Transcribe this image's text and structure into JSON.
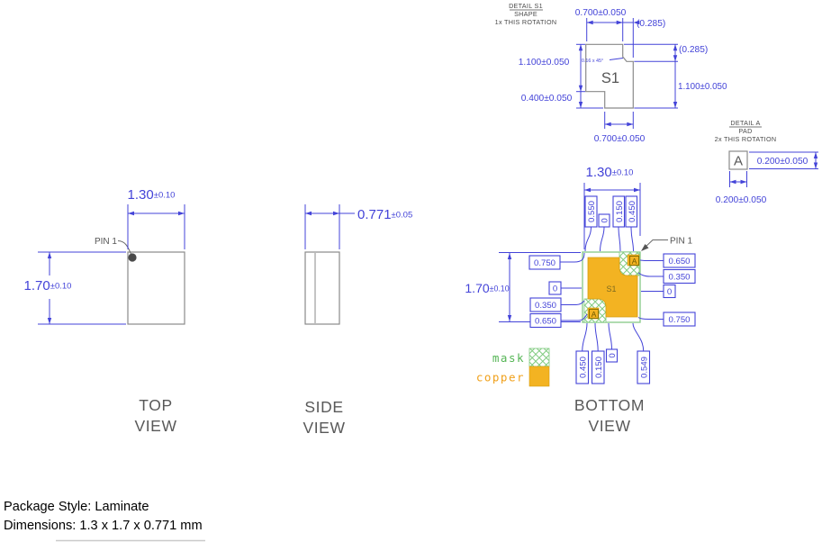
{
  "colors": {
    "dimension_blue": "#4343d8",
    "copper_orange": "#f3b322",
    "mask_green": "#7fca7f",
    "package_outline_green": "#8fcc8f",
    "drawing_gray": "#8a8a8a"
  },
  "detail_s1": {
    "title": "DETAIL S1",
    "subtitle": "SHAPE",
    "rotation_note": "1x THIS ROTATION",
    "shape_label": "S1",
    "chamfer_note": "0.16 x 45°",
    "dim_top_width": "0.700±0.050",
    "dim_top_offset_ref": "(0.285)",
    "dim_right_step_ref": "(0.285)",
    "dim_left_height": "1.100±0.050",
    "dim_right_height": "1.100±0.050",
    "dim_bottom_step": "0.400±0.050",
    "dim_bottom_width": "0.700±0.050"
  },
  "detail_a": {
    "title": "DETAIL A",
    "subtitle": "PAD",
    "rotation_note": "2x THIS ROTATION",
    "pad_label": "A",
    "dim_height": "0.200±0.050",
    "dim_width": "0.200±0.050"
  },
  "top_view": {
    "title_line1": "TOP",
    "title_line2": "VIEW",
    "pin1_label": "PIN 1",
    "dim_width": {
      "value": "1.30",
      "tol": "±0.10"
    },
    "dim_height": {
      "value": "1.70",
      "tol": "±0.10"
    }
  },
  "side_view": {
    "title_line1": "SIDE",
    "title_line2": "VIEW",
    "dim_thickness": {
      "value": "0.771",
      "tol": "±0.05"
    }
  },
  "bottom_view": {
    "title_line1": "BOTTOM",
    "title_line2": "VIEW",
    "pin1_label": "PIN 1",
    "s1_label": "S1",
    "pad_label": "A",
    "dim_width": {
      "value": "1.30",
      "tol": "±0.10"
    },
    "dim_height": {
      "value": "1.70",
      "tol": "±0.10"
    },
    "labels_top": [
      "0.550",
      "0",
      "0.150",
      "0.450"
    ],
    "labels_bottom": [
      "0.450",
      "0.150",
      "0",
      "0.549"
    ],
    "labels_left": [
      "0.750",
      "0",
      "0.350",
      "0.650"
    ],
    "labels_right": [
      "0.650",
      "0.350",
      "0",
      "0.750"
    ]
  },
  "legend": {
    "mask_label": "mask",
    "copper_label": "copper"
  },
  "footer": {
    "package_style": "Package Style: Laminate",
    "dimensions": "Dimensions: 1.3 x 1.7 x 0.771 mm"
  }
}
